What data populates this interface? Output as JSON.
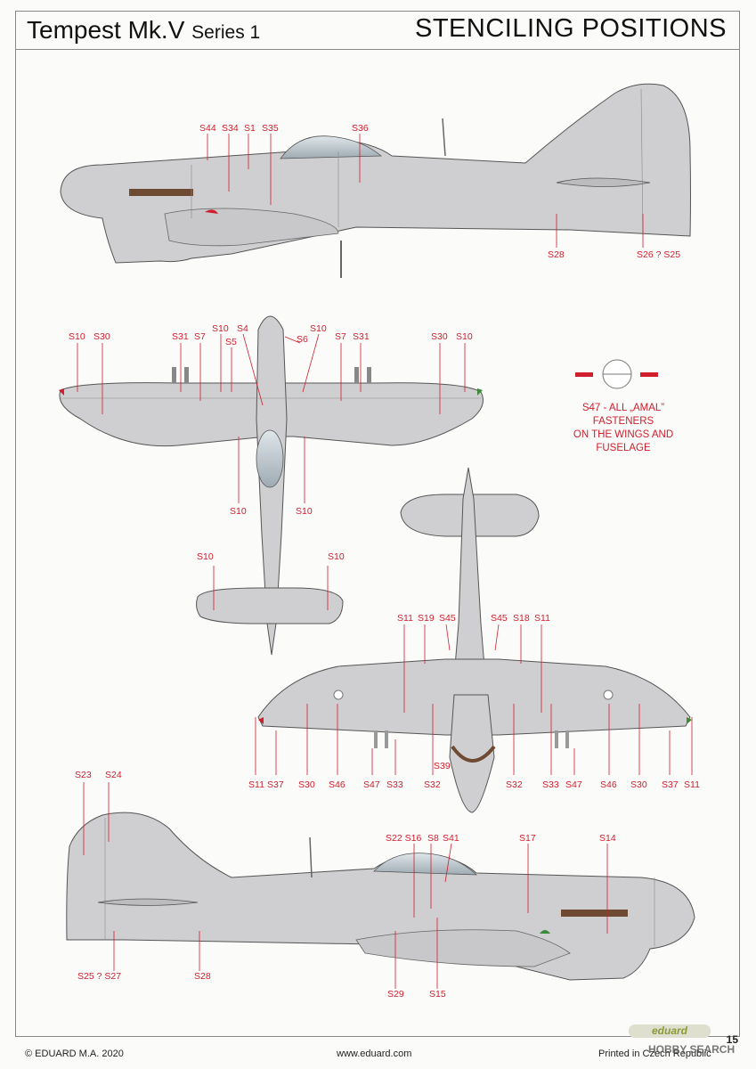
{
  "header": {
    "title": "Tempest Mk.V",
    "series": "Series 1",
    "section": "STENCILING POSITIONS"
  },
  "note": {
    "line1": "S47 - ALL „AMAL”",
    "line2": "FASTENERS",
    "line3": "ON THE WINGS AND",
    "line4": "FUSELAGE"
  },
  "labels": {
    "top_profile": {
      "a": "S44",
      "b": "S34",
      "c": "S1",
      "d": "S35",
      "e": "S36",
      "f": "S28",
      "g": "S26 ? S25"
    },
    "plan_top": {
      "a": "S10",
      "b": "S30",
      "c": "S31",
      "d": "S7",
      "e": "S10",
      "f": "S5",
      "g": "S4",
      "h": "S6",
      "i": "S10",
      "j": "S7",
      "k": "S31",
      "l": "S30",
      "m": "S10",
      "n": "S10",
      "o": "S10",
      "p": "S10",
      "q": "S10"
    },
    "plan_bottom": {
      "a": "S11",
      "b": "S19",
      "c": "S45",
      "d": "S45",
      "e": "S18",
      "f": "S11",
      "g": "S11",
      "h": "S37",
      "i": "S30",
      "j": "S46",
      "k": "S47",
      "l": "S33",
      "m": "S32",
      "n": "S39",
      "o": "S32",
      "p": "S33",
      "q": "S47",
      "r": "S46",
      "s": "S30",
      "t": "S37",
      "u": "S11"
    },
    "bottom_profile": {
      "a": "S23",
      "b": "S24",
      "c": "S22 S16",
      "d": "S8",
      "e": "S41",
      "f": "S17",
      "g": "S14",
      "h": "S25 ? S27",
      "i": "S28",
      "j": "S29",
      "k": "S15"
    }
  },
  "colors": {
    "aircraft": "#cfcfd1",
    "stencil": "#d01e2c",
    "canopy": "#b9c4ca"
  },
  "footer": {
    "copyright": "© EDUARD M.A. 2020",
    "website": "www.eduard.com",
    "printed": "Printed in Czech Republic",
    "page": "15",
    "logo": "eduard",
    "watermark": "HOBBY SEARCH"
  }
}
